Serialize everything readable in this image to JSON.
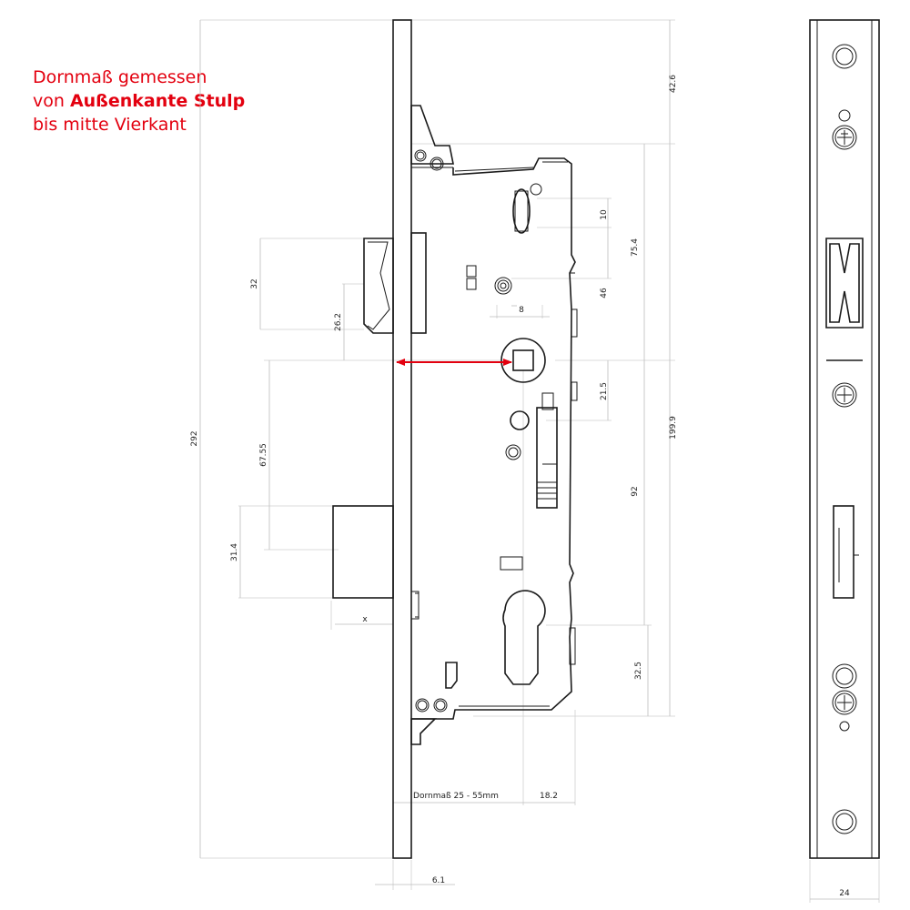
{
  "note": {
    "line1": "Dornmaß gemessen",
    "line2_prefix": "von ",
    "line2_bold": "Außenkante Stulp",
    "line3": "bis mitte Vierkant"
  },
  "dimensions": {
    "d42_6": "42.6",
    "d10": "10",
    "d75_4": "75.4",
    "d46": "46",
    "d8": "8",
    "d21_5": "21.5",
    "d199_9": "199.9",
    "d92": "92",
    "d32_5": "32.5",
    "d32": "32",
    "d26_2": "26.2",
    "d292": "292",
    "d67_55": "67.55",
    "d31_4": "31.4",
    "dx": "x",
    "dornmass": "Dornmaß 25 - 55mm",
    "d18_2": "18.2",
    "d6_1": "6.1",
    "d24": "24"
  },
  "colors": {
    "accent": "#e3000f",
    "line": "#1a1a1a",
    "dimension": "#bdbdbd"
  }
}
